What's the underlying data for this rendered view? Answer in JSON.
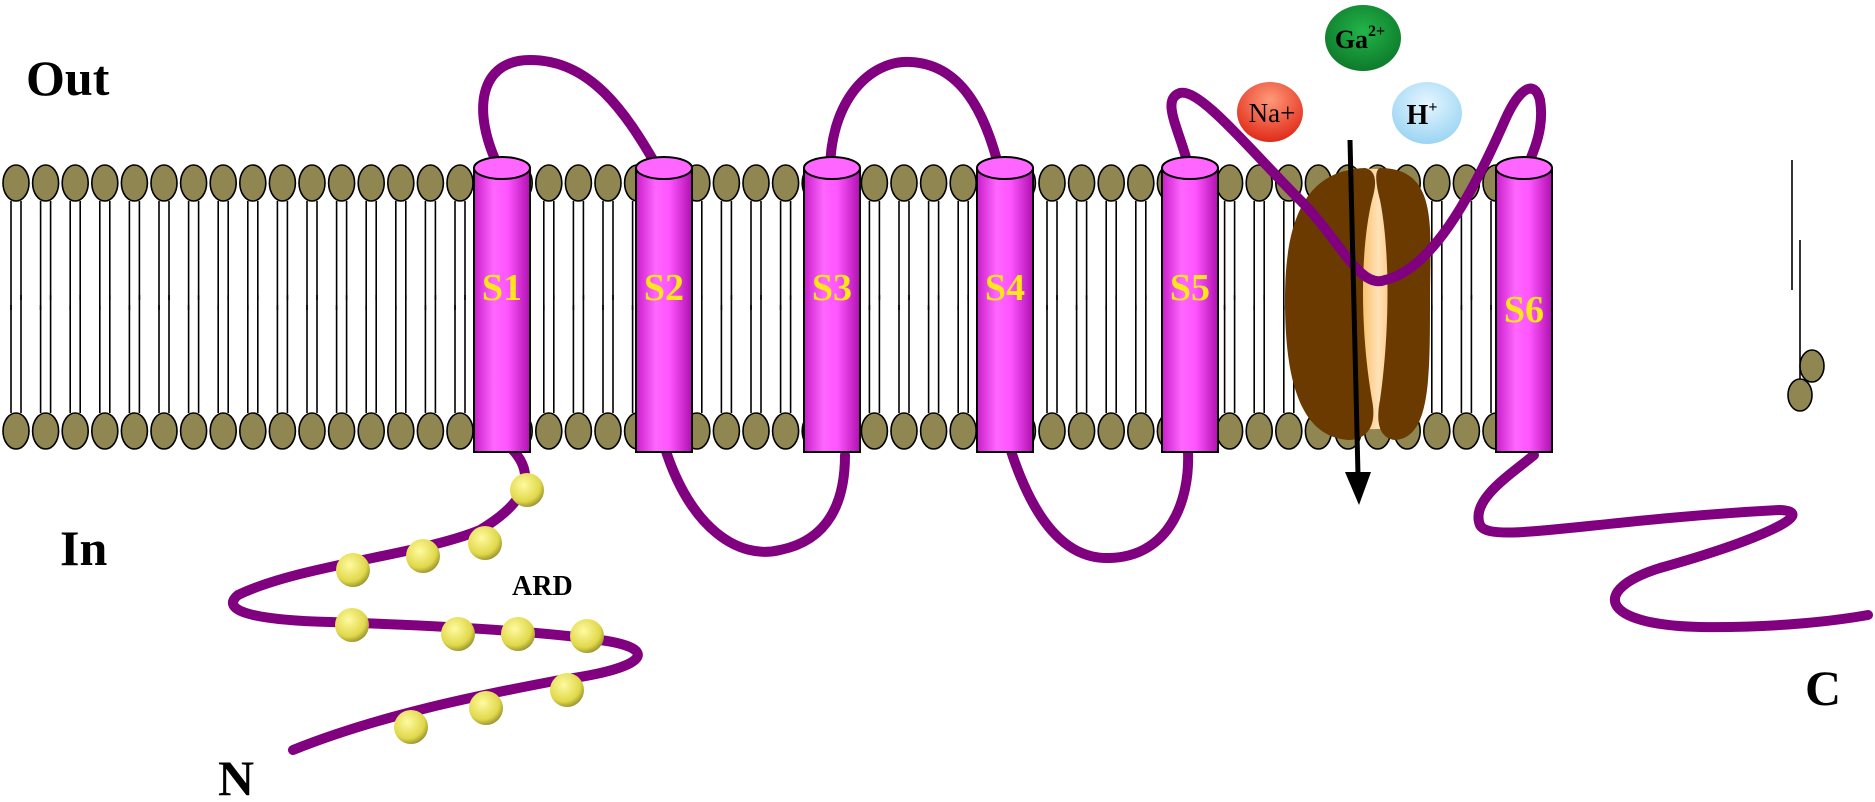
{
  "labels": {
    "out": "Out",
    "in": "In",
    "n_terminus": "N",
    "c_terminus": "C",
    "ard": "ARD"
  },
  "segments": [
    "S1",
    "S2",
    "S3",
    "S4",
    "S5",
    "S6"
  ],
  "ions": {
    "ga": {
      "base": "Ga",
      "sup": "2+"
    },
    "na": {
      "base": "Na+"
    },
    "h": {
      "base": "H",
      "sup": "+"
    }
  },
  "colors": {
    "lipid_head": "#8f8652",
    "protein_chain": "#800080",
    "helix": "#ff55ff",
    "helix_label": "#ffe61a",
    "ankyrin_bead": "#e8e05a",
    "pore": "#6b3a00",
    "pore_glow": "#f0a020",
    "ion_ga": "#1a9a3a",
    "ion_na": "#ee3322",
    "ion_h": "#a8dcf5"
  }
}
